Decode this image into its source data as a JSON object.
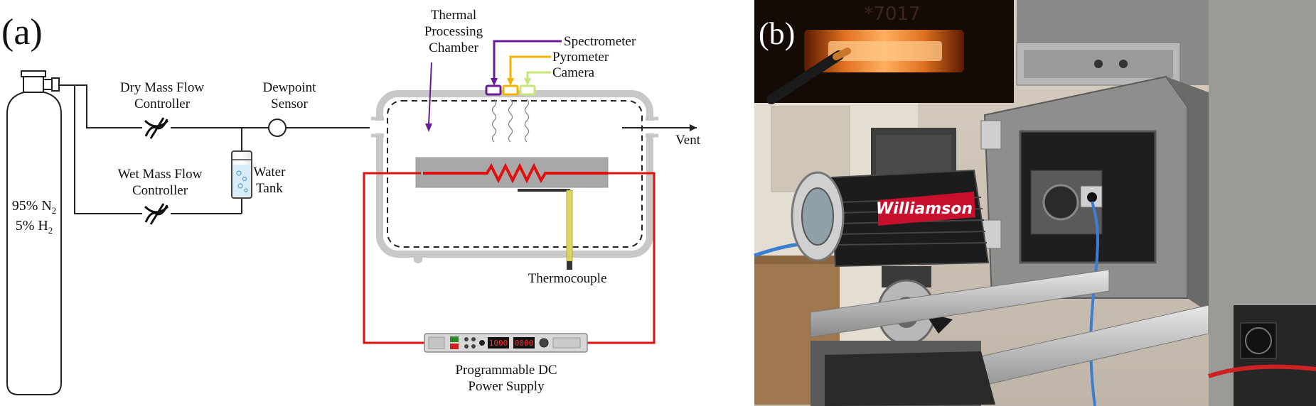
{
  "panel_a": {
    "label": "(a)",
    "gas_line1": "95% N",
    "gas_sub1": "2",
    "gas_line2": "5% H",
    "gas_sub2": "2",
    "dry_mfc_line1": "Dry Mass Flow",
    "dry_mfc_line2": "Controller",
    "wet_mfc_line1": "Wet Mass Flow",
    "wet_mfc_line2": "Controller",
    "water_tank_line1": "Water",
    "water_tank_line2": "Tank",
    "dewpoint_line1": "Dewpoint",
    "dewpoint_line2": "Sensor",
    "chamber_line1": "Thermal",
    "chamber_line2": "Processing",
    "chamber_line3": "Chamber",
    "spectrometer": "Spectrometer",
    "pyrometer": "Pyrometer",
    "camera": "Camera",
    "vent": "Vent",
    "thermocouple": "Thermocouple",
    "psu_line1": "Programmable DC",
    "psu_line2": "Power Supply",
    "psu_display1": "1000",
    "psu_display2": "0000"
  },
  "panel_b": {
    "label": "(b)",
    "brand_text": "Williamson",
    "serial_text": "*7017"
  },
  "colors": {
    "spectrometer": "#6a1b9a",
    "pyrometer": "#f0b400",
    "camera": "#c8e67a",
    "power_loop": "#e01010",
    "heater": "#e01010",
    "thermocouple": "#d8d85a",
    "chamber_wall": "#c8c8c8",
    "heater_block": "#a8a8a8"
  }
}
